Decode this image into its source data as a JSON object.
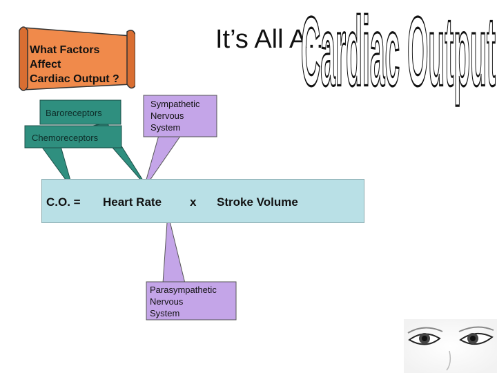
{
  "slide": {
    "title": "It’s All A…",
    "wordart_text": "Cardiac Output"
  },
  "banner": {
    "text": "What Factors\nAffect\nCardiac Output ?"
  },
  "callouts": {
    "baroreceptors": "Baroreceptors",
    "chemoreceptors": "Chemoreceptors",
    "sympathetic": "Sympathetic\nNervous\nSystem",
    "parasympathetic": "Parasympathetic\nNervous\nSystem"
  },
  "equation": {
    "lhs": "C.O.  =",
    "heart_rate": "Heart Rate",
    "times": "x",
    "stroke_volume": "Stroke Volume"
  },
  "colors": {
    "scroll_orange": "#f08a4b",
    "callout_green": "#2f8f7f",
    "callout_purple": "#c4a5e8",
    "equation_fill": "#b9e0e6"
  }
}
